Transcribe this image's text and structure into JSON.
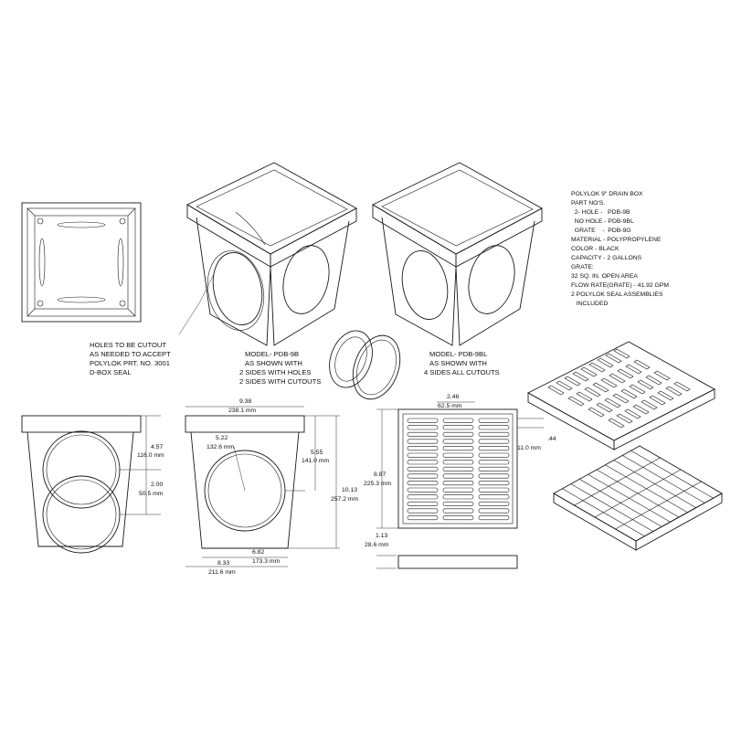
{
  "spec_block": {
    "lines": [
      "POLYLOK 9\" DRAIN BOX",
      "PART NO'S.",
      "  2- HOLE -   PDB-9B",
      "  NO HOLE - PDB-9BL",
      "  GRATE    -  PDB-9G",
      "MATERIAL - POLYPROPYLENE",
      "COLOR - BLACK",
      "CAPACITY - 2 GALLONS",
      "GRATE:",
      "32 SQ. IN. OPEN AREA",
      "FLOW RATE(GRATE) - 41.92 GPM",
      "2 POLYLOK SEAL ASSEMBLIES",
      "   INCLUDED"
    ]
  },
  "callouts": {
    "holes_note": [
      "HOLES TO BE CUTOUT",
      "AS NEEDED TO ACCEPT",
      "POLYLOK PRT. NO. 3001",
      "D-BOX SEAL"
    ],
    "model_9b": [
      "MODEL- PDB-9B",
      "AS SHOWN WITH",
      "2 SIDES WITH HOLES",
      "2 SIDES WITH CUTOUTS"
    ],
    "model_9bl": [
      "MODEL- PDB-9BL",
      "AS SHOWN WITH",
      "4 SIDES ALL CUTOUTS"
    ]
  },
  "dimensions": {
    "side_height_hole": "4.57",
    "side_height_hole_mm": "116.0 mm",
    "side_spacing": "2.00",
    "side_spacing_mm": "50.5 mm",
    "top_width": "9.38",
    "top_width_mm": "238.1 mm",
    "hole_radius": "5.22",
    "hole_radius_mm": "132.6 mm",
    "hole_center_height": "5.55",
    "hole_center_height_mm": "141.0 mm",
    "total_height": "10.13",
    "total_height_mm": "257.2 mm",
    "bottom_inner": "6.82",
    "bottom_inner_mm": "173.3 mm",
    "bottom_outer": "8.33",
    "bottom_outer_mm": "211.6 mm",
    "grate_slot": "2.46",
    "grate_slot_mm": "62.5 mm",
    "grate_height": "8.87",
    "grate_height_mm": "225.3 mm",
    "grate_lip": ".44",
    "grate_lip_mm": "11.0 mm",
    "grate_thickness": "1.13",
    "grate_thickness_mm": "28.6 mm"
  }
}
